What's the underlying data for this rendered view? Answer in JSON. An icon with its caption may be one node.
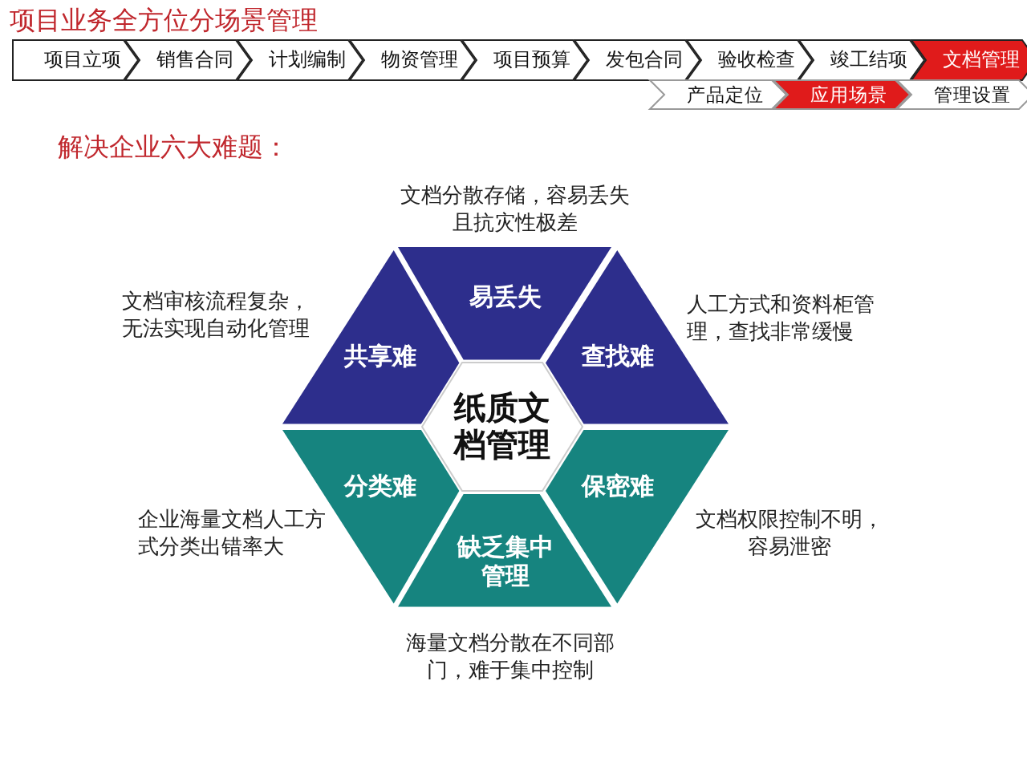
{
  "diagram": {
    "title": "项目业务全方位分场景管理",
    "nodes": [
      {
        "text": [
          "项目立项"
        ]
      },
      {
        "text": [
          "销售合同"
        ]
      },
      {
        "text": [
          "计划编制"
        ]
      },
      {
        "text": [
          "物资管理"
        ]
      },
      {
        "text": [
          "项目预算"
        ]
      },
      {
        "text": [
          "发包合同"
        ]
      },
      {
        "text": [
          "验收检查"
        ]
      },
      {
        "text": [
          "竣工结项"
        ]
      },
      {
        "text": [
          "文档管理"
        ]
      },
      {
        "text": [
          "产品定位"
        ]
      },
      {
        "text": [
          "应用场景"
        ]
      },
      {
        "text": [
          "管理设置"
        ]
      },
      {
        "text": [
          "易丢失"
        ],
        "beside": [
          "文档分散存储，容易丢失且抗灾性极差"
        ]
      },
      {
        "text": [
          "共享难"
        ],
        "beside": [
          "文档审核流程复杂，无法实现自动化管理"
        ]
      },
      {
        "text": [
          "查找难"
        ],
        "beside": [
          "人工方式和资料柜管理，查找非常缓慢"
        ]
      },
      {
        "text": [
          "纸质文档管理"
        ]
      },
      {
        "text": [
          "分类难"
        ],
        "beside": [
          "企业海量文档人工方式分类出错率大"
        ]
      },
      {
        "text": [
          "保密难"
        ],
        "beside": [
          "文档权限控制不明，容易泄密"
        ]
      },
      {
        "text": [
          "缺乏集中管理"
        ],
        "beside": [
          "海量文档分散在不同部门，难于集中控制"
        ]
      }
    ],
    "labels": [
      "解决企业六大难题："
    ]
  }
}
